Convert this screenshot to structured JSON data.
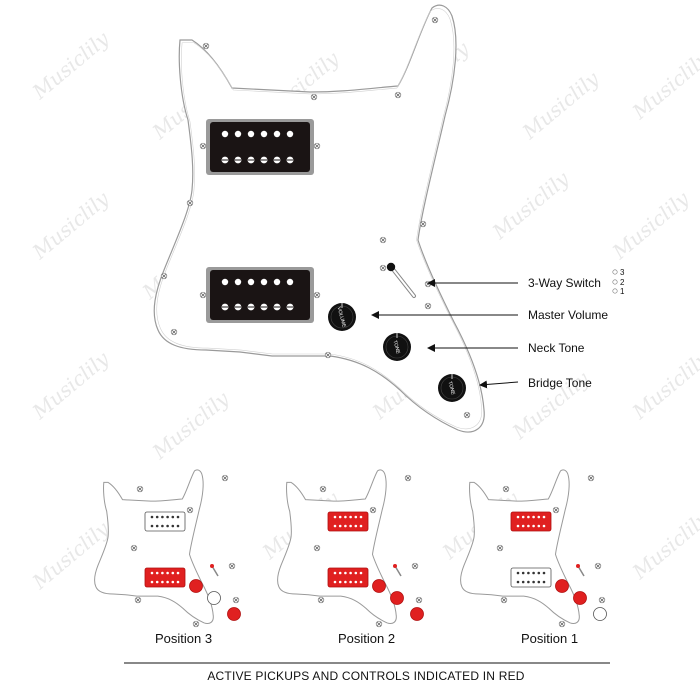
{
  "callouts": {
    "switch": "3-Way Switch",
    "master_volume": "Master Volume",
    "neck_tone": "Neck Tone",
    "bridge_tone": "Bridge Tone"
  },
  "switch_positions": [
    "3",
    "2",
    "1"
  ],
  "knob_labels": {
    "volume": "VOLUME",
    "tone": "TONE"
  },
  "positions": [
    {
      "label": "Position 3",
      "neck_active": false,
      "bridge_active": true
    },
    {
      "label": "Position 2",
      "neck_active": true,
      "bridge_active": true
    },
    {
      "label": "Position 1",
      "neck_active": true,
      "bridge_active": false
    }
  ],
  "footer_text": "ACTIVE PICKUPS AND CONTROLS INDICATED IN RED",
  "watermark_text": "Musiclily",
  "colors": {
    "active": "#e02020",
    "pickup_inactive": "#ffffff",
    "pickup_main": "#1a1414",
    "pickguard": "#ffffff",
    "outline": "#9a9a9a",
    "knob": "#111111"
  }
}
